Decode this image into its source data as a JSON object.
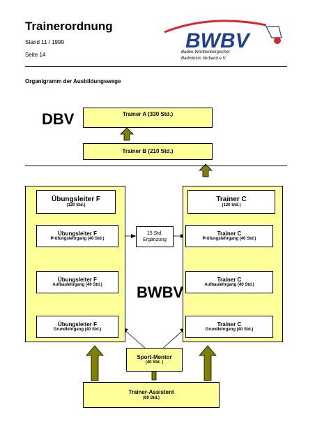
{
  "header": {
    "title": "Trainerordnung",
    "stand": "Stand 11 / 1999",
    "page": "Seite 14"
  },
  "logo": {
    "wordmark": "BWBV",
    "line1": "Baden-Württembergischer",
    "line2": "Badminton Verband e.V."
  },
  "section_title": "Organigramm der Ausbildungswege",
  "labels": {
    "dbv": "DBV",
    "bwbv": "BWBV"
  },
  "boxes": {
    "trainer_a": "Trainer A   (330 Std.)",
    "trainer_b": "Trainer B   (210 Std.)",
    "ul_f_header": {
      "main": "Übungsleiter F",
      "sub": "(120 Std.)"
    },
    "ul_f_pruef": {
      "main": "Übungsleiter F",
      "sub": "Prüfungslehrgang (40 Std.)"
    },
    "ul_f_aufbau": {
      "main": "Übungsleiter F",
      "sub": "Aufbaulehrgang (40 Std.)"
    },
    "ul_f_grund": {
      "main": "Übungsleiter F",
      "sub": "Grundlehrgang (40 Std.)"
    },
    "ergaenzung": {
      "line1": "15 Std.",
      "line2": "Ergänzung"
    },
    "tc_header": {
      "main": "Trainer C",
      "sub": "(120 Std.)"
    },
    "tc_pruef": {
      "main": "Trainer C",
      "sub": "Prüfungslehrgang (40 Std.)"
    },
    "tc_aufbau": {
      "main": "Trainer C",
      "sub": "Aufbaulehrgang (40 Std.)"
    },
    "tc_grund": {
      "main": "Trainer C",
      "sub": "Grundlehrgang (40 Std.)"
    },
    "sport_mentor": {
      "main": "Sport-Mentor",
      "sub": "(40 Std. )"
    },
    "trainer_assistent": {
      "main": "Trainer-Assistent",
      "sub": "(60 Std.)"
    }
  },
  "colors": {
    "arrow_fill": "#808000",
    "yellow_fill": "#ffff99",
    "logo_blue": "#1f3f8f",
    "logo_red": "#d8262f"
  }
}
